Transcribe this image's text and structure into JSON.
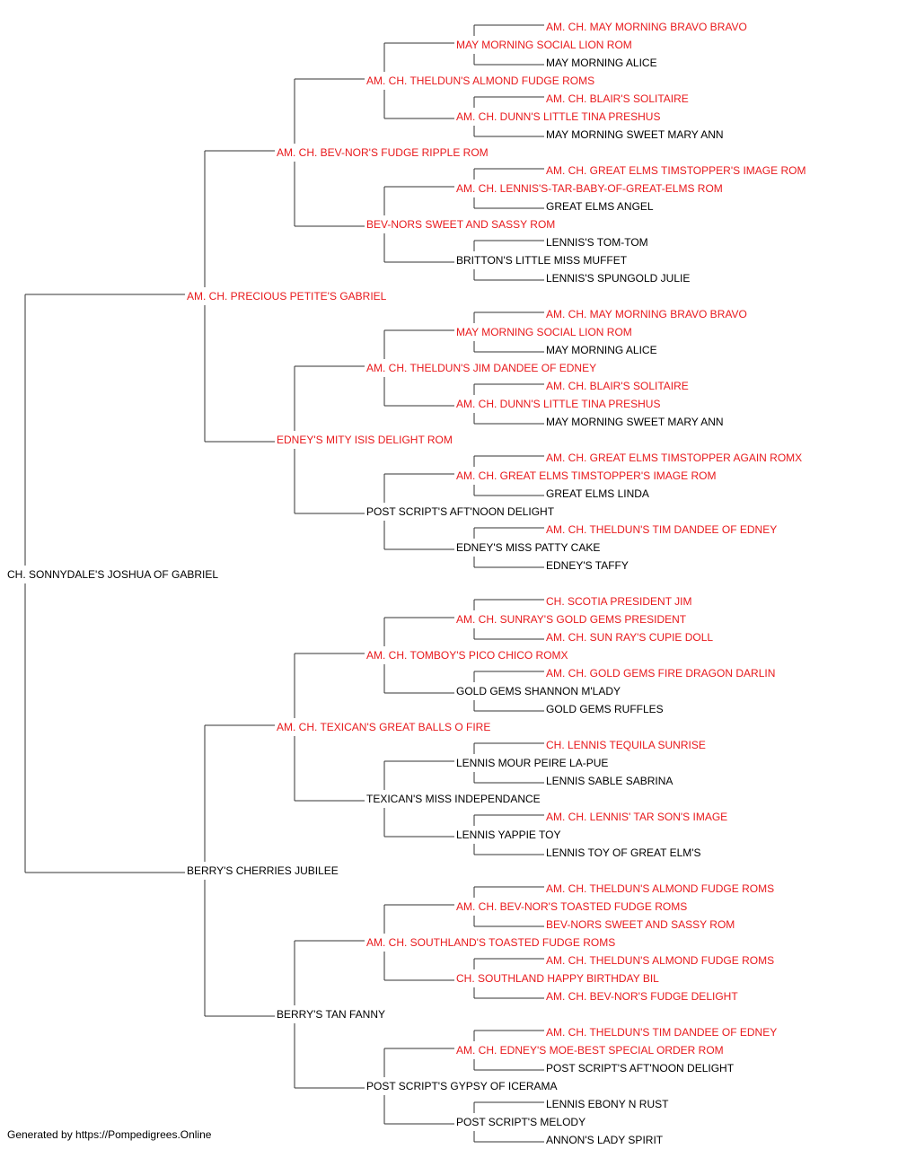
{
  "colors": {
    "champion": "#e8191c",
    "normal": "#000000",
    "line": "#333333"
  },
  "root": {
    "name": "CH. SONNYDALE'S JOSHUA OF GABRIEL",
    "champion": false,
    "sire": {
      "name": "AM. CH. PRECIOUS PETITE'S GABRIEL",
      "champion": true,
      "sire": {
        "name": "AM. CH. BEV-NOR'S FUDGE RIPPLE ROM",
        "champion": true,
        "sire": {
          "name": "AM. CH. THELDUN'S ALMOND FUDGE ROMS",
          "champion": true,
          "sire": {
            "name": "MAY MORNING SOCIAL LION ROM",
            "champion": true,
            "sire": {
              "name": "AM. CH. MAY MORNING BRAVO BRAVO",
              "champion": true
            },
            "dam": {
              "name": "MAY MORNING ALICE",
              "champion": false
            }
          },
          "dam": {
            "name": "AM. CH. DUNN'S LITTLE TINA PRESHUS",
            "champion": true,
            "sire": {
              "name": "AM. CH. BLAIR'S SOLITAIRE",
              "champion": true
            },
            "dam": {
              "name": "MAY MORNING SWEET MARY ANN",
              "champion": false
            }
          }
        },
        "dam": {
          "name": "BEV-NORS SWEET AND SASSY ROM",
          "champion": true,
          "sire": {
            "name": "AM. CH. LENNIS'S-TAR-BABY-OF-GREAT-ELMS ROM",
            "champion": true,
            "sire": {
              "name": "AM. CH. GREAT ELMS TIMSTOPPER'S IMAGE ROM",
              "champion": true
            },
            "dam": {
              "name": "GREAT ELMS ANGEL",
              "champion": false
            }
          },
          "dam": {
            "name": "BRITTON'S LITTLE MISS MUFFET",
            "champion": false,
            "sire": {
              "name": "LENNIS'S TOM-TOM",
              "champion": false
            },
            "dam": {
              "name": "LENNIS'S SPUNGOLD JULIE",
              "champion": false
            }
          }
        }
      },
      "dam": {
        "name": "EDNEY'S MITY ISIS DELIGHT ROM",
        "champion": true,
        "sire": {
          "name": "AM. CH. THELDUN'S JIM DANDEE OF EDNEY",
          "champion": true,
          "sire": {
            "name": "MAY MORNING SOCIAL LION ROM",
            "champion": true,
            "sire": {
              "name": "AM. CH. MAY MORNING BRAVO BRAVO",
              "champion": true
            },
            "dam": {
              "name": "MAY MORNING ALICE",
              "champion": false
            }
          },
          "dam": {
            "name": "AM. CH. DUNN'S LITTLE TINA PRESHUS",
            "champion": true,
            "sire": {
              "name": "AM. CH. BLAIR'S SOLITAIRE",
              "champion": true
            },
            "dam": {
              "name": "MAY MORNING SWEET MARY ANN",
              "champion": false
            }
          }
        },
        "dam": {
          "name": "POST SCRIPT'S AFT'NOON DELIGHT",
          "champion": false,
          "sire": {
            "name": "AM. CH. GREAT ELMS TIMSTOPPER'S IMAGE ROM",
            "champion": true,
            "sire": {
              "name": "AM. CH. GREAT ELMS TIMSTOPPER AGAIN ROMX",
              "champion": true
            },
            "dam": {
              "name": "GREAT ELMS LINDA",
              "champion": false
            }
          },
          "dam": {
            "name": "EDNEY'S MISS PATTY CAKE",
            "champion": false,
            "sire": {
              "name": "AM. CH. THELDUN'S TIM DANDEE OF EDNEY",
              "champion": true
            },
            "dam": {
              "name": "EDNEY'S TAFFY",
              "champion": false
            }
          }
        }
      }
    },
    "dam": {
      "name": "BERRY'S CHERRIES JUBILEE",
      "champion": false,
      "sire": {
        "name": "AM. CH. TEXICAN'S GREAT BALLS O FIRE",
        "champion": true,
        "sire": {
          "name": "AM. CH. TOMBOY'S PICO CHICO ROMX",
          "champion": true,
          "sire": {
            "name": "AM. CH. SUNRAY'S GOLD GEMS PRESIDENT",
            "champion": true,
            "sire": {
              "name": "CH. SCOTIA PRESIDENT JIM",
              "champion": true
            },
            "dam": {
              "name": "AM. CH. SUN RAY'S CUPIE DOLL",
              "champion": true
            }
          },
          "dam": {
            "name": "GOLD GEMS SHANNON M'LADY",
            "champion": false,
            "sire": {
              "name": "AM. CH. GOLD GEMS FIRE DRAGON DARLIN",
              "champion": true
            },
            "dam": {
              "name": "GOLD GEMS RUFFLES",
              "champion": false
            }
          }
        },
        "dam": {
          "name": "TEXICAN'S MISS INDEPENDANCE",
          "champion": false,
          "sire": {
            "name": "LENNIS MOUR PEIRE LA-PUE",
            "champion": false,
            "sire": {
              "name": "CH. LENNIS TEQUILA SUNRISE",
              "champion": true
            },
            "dam": {
              "name": "LENNIS SABLE SABRINA",
              "champion": false
            }
          },
          "dam": {
            "name": "LENNIS YAPPIE TOY",
            "champion": false,
            "sire": {
              "name": "AM. CH. LENNIS' TAR SON'S IMAGE",
              "champion": true
            },
            "dam": {
              "name": "LENNIS TOY OF GREAT ELM'S",
              "champion": false
            }
          }
        }
      },
      "dam": {
        "name": "BERRY'S TAN FANNY",
        "champion": false,
        "sire": {
          "name": "AM. CH. SOUTHLAND'S TOASTED FUDGE ROMS",
          "champion": true,
          "sire": {
            "name": "AM. CH. BEV-NOR'S TOASTED FUDGE ROMS",
            "champion": true,
            "sire": {
              "name": "AM. CH. THELDUN'S ALMOND FUDGE ROMS",
              "champion": true
            },
            "dam": {
              "name": "BEV-NORS SWEET AND SASSY ROM",
              "champion": true
            }
          },
          "dam": {
            "name": "CH. SOUTHLAND HAPPY BIRTHDAY BIL",
            "champion": true,
            "sire": {
              "name": "AM. CH. THELDUN'S ALMOND FUDGE ROMS",
              "champion": true
            },
            "dam": {
              "name": "AM. CH. BEV-NOR'S FUDGE DELIGHT",
              "champion": true
            }
          }
        },
        "dam": {
          "name": "POST SCRIPT'S GYPSY OF ICERAMA",
          "champion": false,
          "sire": {
            "name": "AM. CH. EDNEY'S MOE-BEST SPECIAL ORDER ROM",
            "champion": true,
            "sire": {
              "name": "AM. CH. THELDUN'S TIM DANDEE OF EDNEY",
              "champion": true
            },
            "dam": {
              "name": "POST SCRIPT'S AFT'NOON DELIGHT",
              "champion": false
            }
          },
          "dam": {
            "name": "POST SCRIPT'S MELODY",
            "champion": false,
            "sire": {
              "name": "LENNIS EBONY N RUST",
              "champion": false
            },
            "dam": {
              "name": "ANNON'S LADY SPIRIT",
              "champion": false
            }
          }
        }
      }
    }
  },
  "footer": "Generated by https://Pompedigrees.Online"
}
